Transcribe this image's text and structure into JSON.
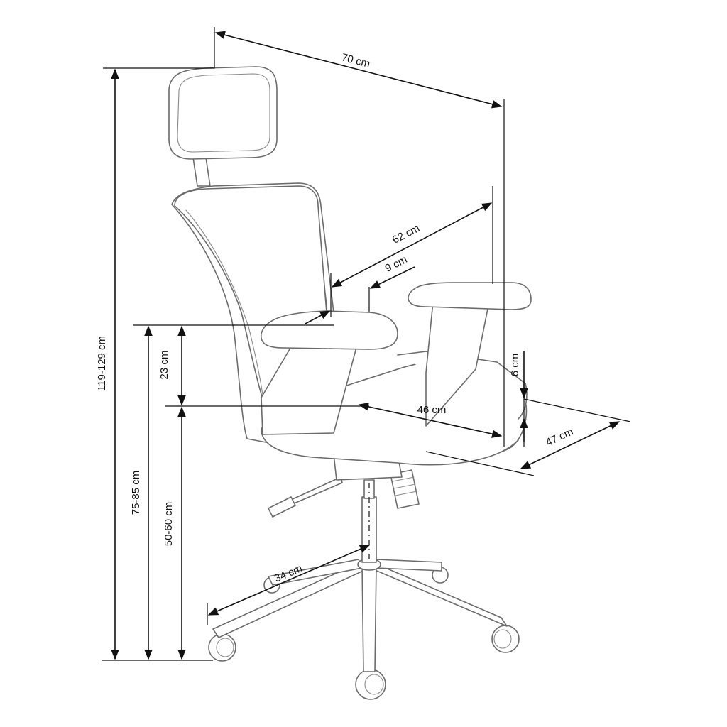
{
  "colors": {
    "dimension": "#111111",
    "sketch": "#6b6b6b",
    "background": "#ffffff"
  },
  "dimensions": {
    "overall_width": "70 cm",
    "total_height": "119-129 cm",
    "backrest_depth": "62 cm",
    "armrest_offset": "9 cm",
    "armrest_height": "23 cm",
    "armrest_floor_height": "75-85 cm",
    "seat_height": "50-60 cm",
    "seat_depth": "46 cm",
    "seat_thickness": "6 cm",
    "seat_width": "47 cm",
    "base_radius": "34 cm"
  }
}
